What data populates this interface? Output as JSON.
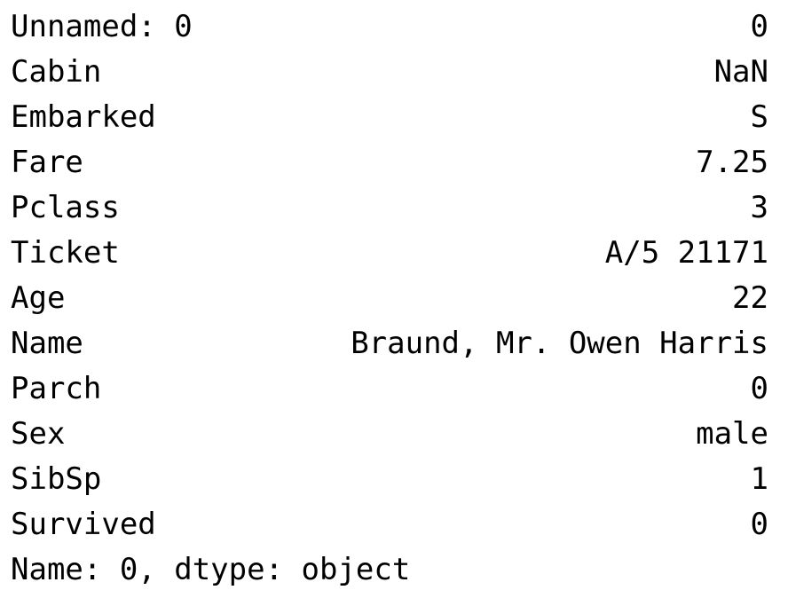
{
  "series_output": {
    "rows": [
      {
        "key": "Unnamed: 0",
        "value": "0"
      },
      {
        "key": "Cabin",
        "value": "NaN"
      },
      {
        "key": "Embarked",
        "value": "S"
      },
      {
        "key": "Fare",
        "value": "7.25"
      },
      {
        "key": "Pclass",
        "value": "3"
      },
      {
        "key": "Ticket",
        "value": "A/5 21171"
      },
      {
        "key": "Age",
        "value": "22"
      },
      {
        "key": "Name",
        "value": "Braund, Mr. Owen Harris"
      },
      {
        "key": "Parch",
        "value": "0"
      },
      {
        "key": "Sex",
        "value": "male"
      },
      {
        "key": "SibSp",
        "value": "1"
      },
      {
        "key": "Survived",
        "value": "0"
      }
    ],
    "footer": "Name: 0, dtype: object"
  }
}
